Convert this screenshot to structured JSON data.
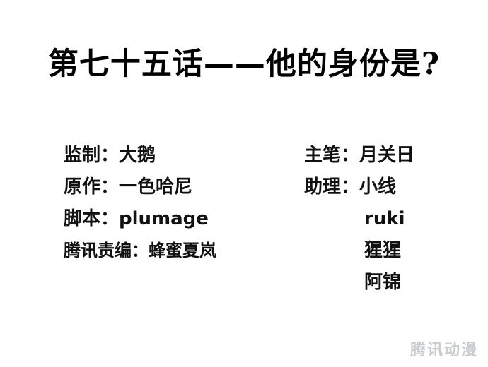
{
  "page": {
    "title": "第七十五话——他的身份是?"
  },
  "credits": {
    "left": [
      "监制：大鹅",
      "原作：一色哈尼",
      "脚本：plumage",
      "腾讯责编：蜂蜜夏岚"
    ],
    "right": [
      "主笔：月关日",
      "助理：小线",
      "ruki",
      "猩猩",
      "阿锦"
    ]
  },
  "watermark": "腾讯动漫",
  "colors": {
    "background": "#ffffff",
    "text": "#111111",
    "watermark": "#c9cccf"
  }
}
